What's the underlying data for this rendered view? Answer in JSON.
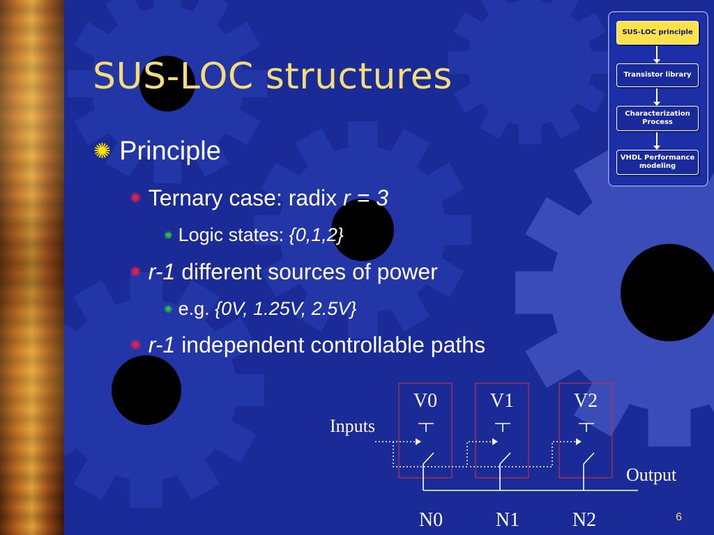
{
  "slide": {
    "title": "SUS-LOC structures",
    "page_number": "6"
  },
  "bullets": {
    "principle": "Principle",
    "ternary_text": "Ternary case: radix ",
    "ternary_math": "r = 3",
    "logic_text": "Logic states: ",
    "logic_math": "{0,1,2}",
    "power_math": "r-1",
    "power_text": " different sources of power",
    "eg_text": "e.g. ",
    "eg_math": "{0V, 1.25V, 2.5V}",
    "paths_math": "r-1",
    "paths_text": " independent controllable paths"
  },
  "flowchart": {
    "steps": [
      "SUS-LOC principle",
      "Transistor library",
      "Characterization Process",
      "VHDL Performance modeling"
    ],
    "active_index": 0
  },
  "circuit": {
    "sources": [
      "V0",
      "V1",
      "V2"
    ],
    "nodes": [
      "N0",
      "N1",
      "N2"
    ],
    "inputs_label": "Inputs",
    "output_label": "Output"
  },
  "colors": {
    "background": "#1a2a96",
    "title": "#f4dc78",
    "level1_marker": "#ffe600",
    "level2_marker": "#e02050",
    "level3_marker": "#2cc040",
    "cell_border": "#c03048"
  }
}
